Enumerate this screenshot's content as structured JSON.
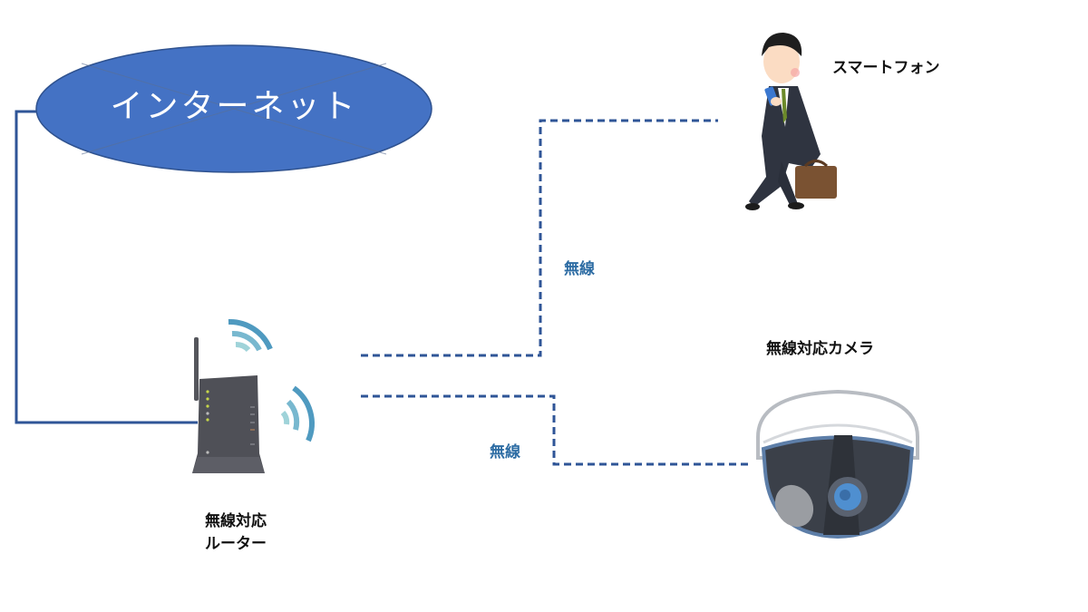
{
  "internet": {
    "label": "インターネット",
    "color": "#4472C4"
  },
  "smartphone": {
    "label": "スマートフォン"
  },
  "camera": {
    "label": "無線対応カメラ"
  },
  "router": {
    "label_line1": "無線対応",
    "label_line2": "ルーター"
  },
  "links": [
    {
      "label": "無線",
      "target": "smartphone"
    },
    {
      "label": "無線",
      "target": "camera"
    }
  ],
  "colors": {
    "line": "#2F5597",
    "wireless_text": "#2E6DA4"
  }
}
